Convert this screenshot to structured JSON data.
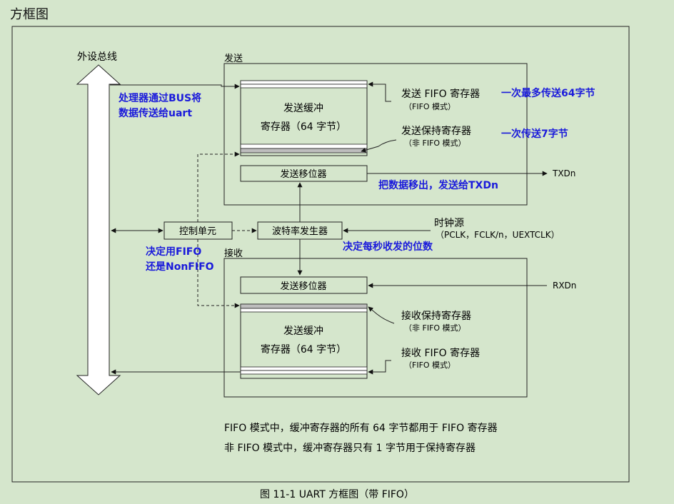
{
  "page_title": "方框图",
  "bus_label": "外设总线",
  "tx_section_label": "发送",
  "rx_section_label": "接收",
  "tx": {
    "buffer_line1": "发送缓冲",
    "buffer_line2": "寄存器（64 字节）",
    "fifo_reg_label": "发送 FIFO 寄存器",
    "fifo_reg_mode": "（FIFO 模式）",
    "hold_reg_label": "发送保持寄存器",
    "hold_reg_mode": "（非 FIFO 模式）",
    "shift_label": "发送移位器",
    "output_pin": "TXDn"
  },
  "rx": {
    "shift_label": "发送移位器",
    "input_pin": "RXDn",
    "buffer_line1": "发送缓冲",
    "buffer_line2": "寄存器（64 字节）",
    "hold_reg_label": "接收保持寄存器",
    "hold_reg_mode": "（非 FIFO 模式）",
    "fifo_reg_label": "接收 FIFO 寄存器",
    "fifo_reg_mode": "（FIFO 模式）"
  },
  "control_unit_label": "控制单元",
  "baud_gen_label": "波特率发生器",
  "clock_source_label": "时钟源",
  "clock_source_detail": "（PCLK，FCLK/n，UEXTCLK）",
  "annotations": {
    "bus_to_uart_line1": "处理器通过BUS将",
    "bus_to_uart_line2": "数据传送给uart",
    "fifo_max": "一次最多传送64字节",
    "single_byte": "一次传送7字节",
    "shift_out": "把数据移出，发送给TXDn",
    "control_line1": "决定用FIFO",
    "control_line2": "还是NonFIFO",
    "baud_rate": "决定每秒收发的位数"
  },
  "notes": {
    "line1": "FIFO 模式中，缓冲寄存器的所有 64 字节都用于 FIFO 寄存器",
    "line2": "非 FIFO 模式中，缓冲寄存器只有 1 字节用于保持寄存器"
  },
  "caption": "图 11-1 UART 方框图（带 FIFO）",
  "colors": {
    "background": "#d5e6cc",
    "annotation_blue": "#1a1adb",
    "register_gray": "#bdbdbd"
  }
}
